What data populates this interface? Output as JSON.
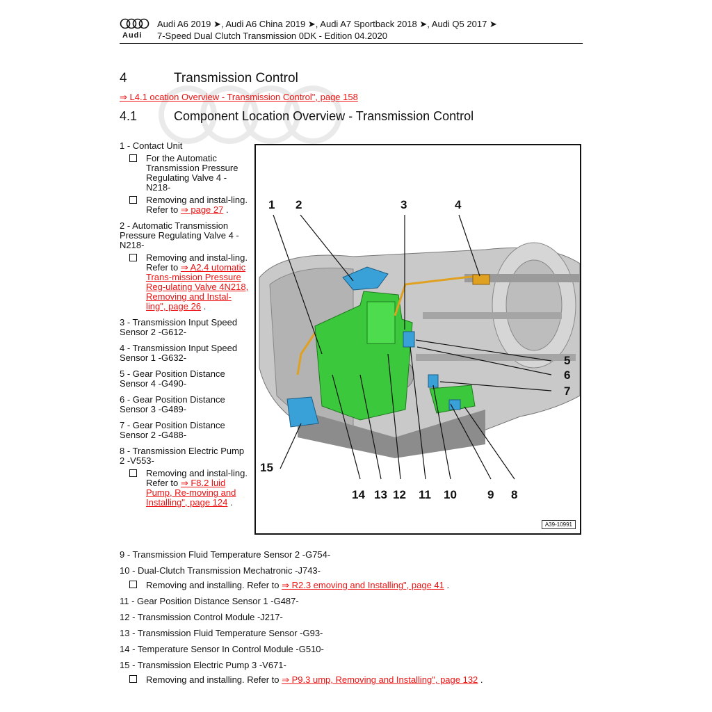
{
  "header": {
    "logo_text": "Audi",
    "line1": "Audi A6 2019 ➤, Audi A6 China 2019 ➤, Audi A7 Sportback 2018 ➤, Audi Q5 2017 ➤",
    "line2": "7-Speed Dual Clutch Transmission 0DK - Edition 04.2020"
  },
  "section": {
    "number": "4",
    "title": "Transmission Control",
    "link": "⇒ L4.1 ocation Overview - Transmission Control\", page 158"
  },
  "subsection": {
    "number": "4.1",
    "title": "Component Location Overview - Transmission Control"
  },
  "left_items": [
    {
      "title": "1 - Contact Unit",
      "subs": [
        {
          "text": "For the Automatic Transmission Pressure Regulating Valve 4 -N218-",
          "link": ""
        },
        {
          "text": "Removing and instal-ling. Refer to ",
          "link": "⇒ page 27",
          "suffix": " ."
        }
      ]
    },
    {
      "title": "2 - Automatic Transmission Pressure Regulating Valve 4 -N218-",
      "subs": [
        {
          "text": "Removing and instal-ling. Refer to ",
          "link": "⇒ A2.4 utomatic Trans-mission Pressure Reg-ulating Valve 4N218, Removing and Instal-ling\", page 26",
          "suffix": " ."
        }
      ]
    },
    {
      "title": "3 - Transmission Input Speed Sensor 2 -G612-",
      "subs": []
    },
    {
      "title": "4 - Transmission Input Speed Sensor 1 -G632-",
      "subs": []
    },
    {
      "title": "5 - Gear Position Distance Sensor 4 -G490-",
      "subs": []
    },
    {
      "title": "6 - Gear Position Distance Sensor 3 -G489-",
      "subs": []
    },
    {
      "title": "7 - Gear Position Distance Sensor 2 -G488-",
      "subs": []
    },
    {
      "title": "8 - Transmission Electric Pump 2 -V553-",
      "subs": [
        {
          "text": "Removing and instal-ling. Refer to ",
          "link": "⇒ F8.2 luid Pump, Re-moving and Installing\", page 124",
          "suffix": " ."
        }
      ]
    }
  ],
  "bottom_items": [
    {
      "title": "9 - Transmission Fluid Temperature Sensor 2 -G754-",
      "sub": null
    },
    {
      "title": "10 - Dual-Clutch Transmission Mechatronic -J743-",
      "sub": {
        "text": "Removing and installing. Refer to ",
        "link": "⇒ R2.3 emoving and Installing\", page 41",
        "suffix": " ."
      }
    },
    {
      "title": "11 - Gear Position Distance Sensor 1 -G487-",
      "sub": null
    },
    {
      "title": "12 - Transmission Control Module -J217-",
      "sub": null
    },
    {
      "title": "13 - Transmission Fluid Temperature Sensor -G93-",
      "sub": null
    },
    {
      "title": "14 - Temperature Sensor In Control Module -G510-",
      "sub": null
    },
    {
      "title": "15 - Transmission Electric Pump 3 -V671-",
      "sub": {
        "text": "Removing and installing. Refer to ",
        "link": "⇒ P9.3 ump, Removing and Installing\", page 132",
        "suffix": " ."
      }
    }
  ],
  "figure": {
    "id": "A39-10991",
    "callouts": [
      "1",
      "2",
      "3",
      "4",
      "5",
      "6",
      "7",
      "8",
      "9",
      "10",
      "11",
      "12",
      "13",
      "14",
      "15"
    ]
  },
  "colors": {
    "link": "#e11111",
    "mechatronic": "#3cc83c",
    "sensor": "#3aa0d8",
    "wiring": "#e0a020"
  }
}
